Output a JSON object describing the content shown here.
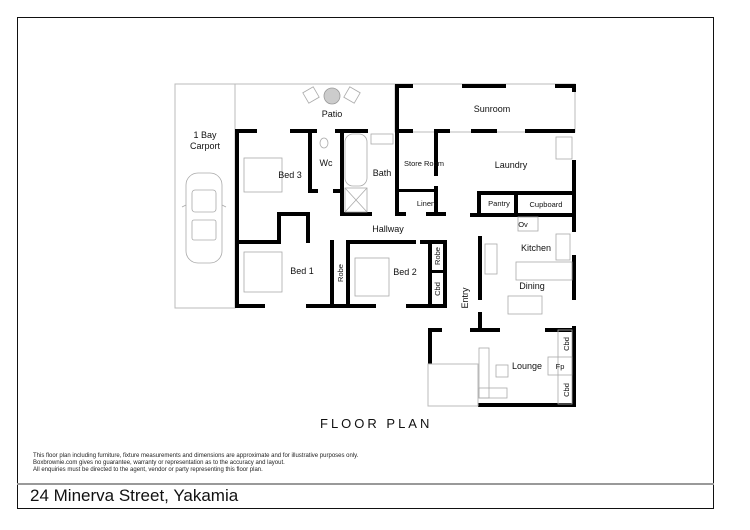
{
  "plan": {
    "title": "FLOOR PLAN",
    "address": "24 Minerva Street, Yakamia",
    "disclaimer": [
      "This floor plan including furniture, fixture measurements and dimensions are approximate and for illustrative purposes only.",
      "Boxbrownie.com gives no guarantee, warranty or representation as to the accuracy and layout.",
      "All enquiries must be directed to the agent, vendor or party representing this floor plan."
    ]
  },
  "rooms": {
    "carport_line1": "1 Bay",
    "carport_line2": "Carport",
    "patio": "Patio",
    "sunroom": "Sunroom",
    "bed3": "Bed 3",
    "wc": "Wc",
    "bath": "Bath",
    "store_room": "Store Room",
    "laundry": "Laundry",
    "linen": "Linen",
    "pantry": "Pantry",
    "cupboard": "Cupboard",
    "oven": "Ov",
    "hallway": "Hallway",
    "kitchen": "Kitchen",
    "bed1": "Bed 1",
    "robe1": "Robe",
    "bed2": "Bed 2",
    "robe2": "Robe",
    "cbd_hall": "Cbd",
    "entry": "Entry",
    "dining": "Dining",
    "lounge": "Lounge",
    "fireplace": "Fp",
    "cbd_lounge_top": "Cbd",
    "cbd_lounge_bottom": "Cbd"
  }
}
